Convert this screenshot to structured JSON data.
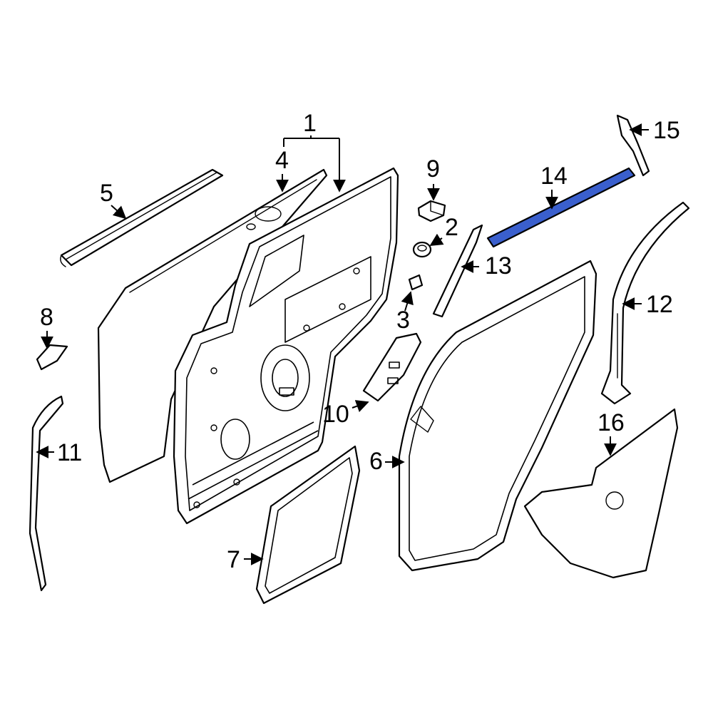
{
  "diagram": {
    "highlight_color": "#3a5fcd",
    "callouts": {
      "c1": "1",
      "c2": "2",
      "c3": "3",
      "c4": "4",
      "c5": "5",
      "c6": "6",
      "c7": "7",
      "c8": "8",
      "c9": "9",
      "c10": "10",
      "c11": "11",
      "c12": "12",
      "c13": "13",
      "c14": "14",
      "c15": "15",
      "c16": "16"
    }
  }
}
